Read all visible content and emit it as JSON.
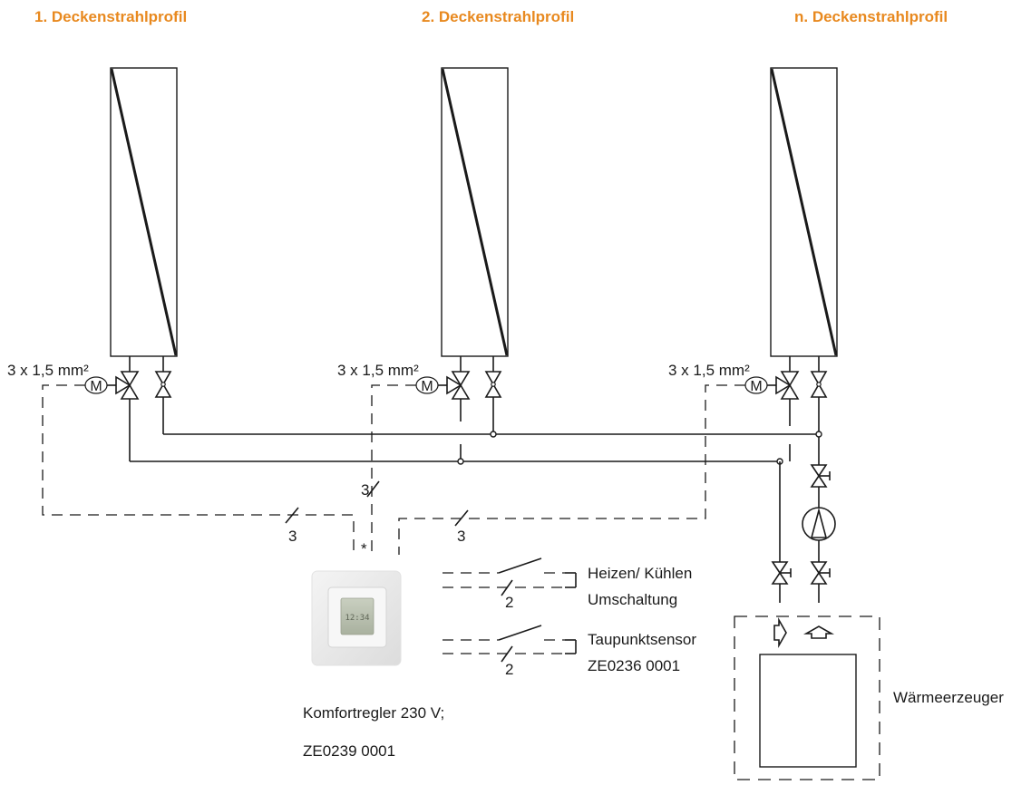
{
  "colors": {
    "title": "#e8891f",
    "line": "#1a1a1a"
  },
  "panels": [
    {
      "title": "1. Deckenstrahlprofil",
      "cable": "3 x 1,5 mm²",
      "motor_label": "M"
    },
    {
      "title": "2. Deckenstrahlprofil",
      "cable": "3 x 1,5 mm²",
      "motor_label": "M"
    },
    {
      "title": "n. Deckenstrahlprofil",
      "cable": "3 x 1,5 mm²",
      "motor_label": "M"
    }
  ],
  "wire_counts": {
    "left": "3",
    "center": "3",
    "right": "3",
    "switch1": "2",
    "switch2": "2"
  },
  "asterisk": "*",
  "switches": {
    "mode_line1": "Heizen/ Kühlen",
    "mode_line2": "Umschaltung",
    "sensor_line1": "Taupunktsensor",
    "sensor_line2": "ZE0236 0001"
  },
  "controller": {
    "line1": "Komfortregler 230 V;",
    "line2": "ZE0239 0001",
    "display_text": "12:34"
  },
  "generator": {
    "label": "Wärmeerzeuger"
  },
  "icons": [
    "motor-valve-icon",
    "two-way-valve-icon",
    "three-way-valve-icon",
    "pump-icon",
    "switch-icon",
    "flow-arrow-icon"
  ]
}
